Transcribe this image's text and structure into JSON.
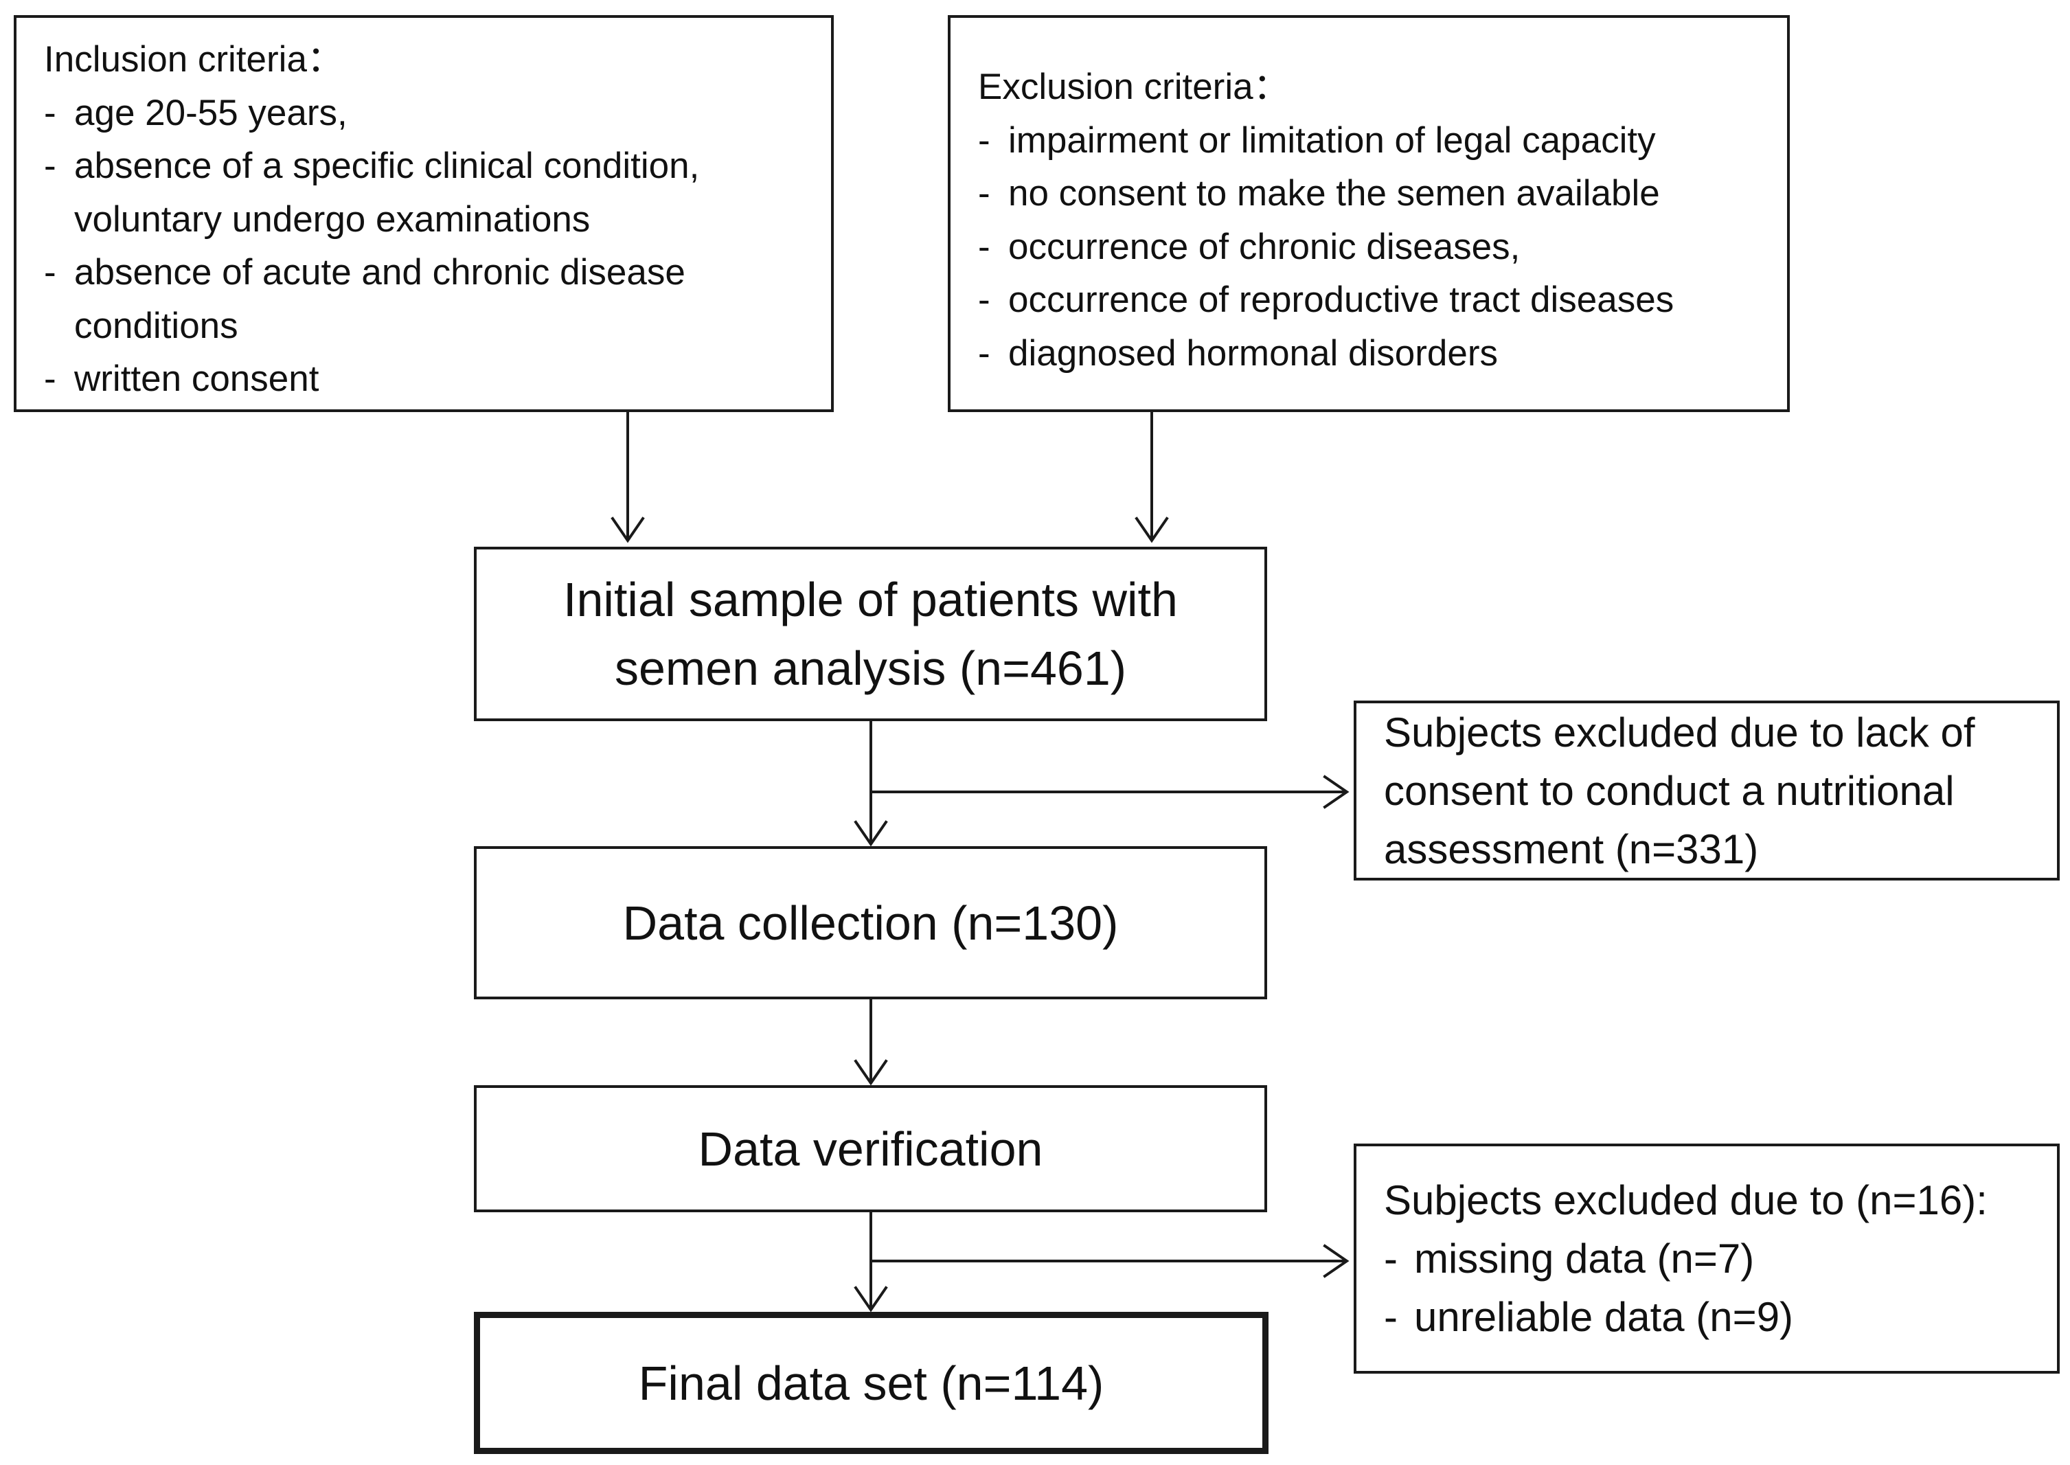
{
  "inclusion": {
    "title": "Inclusion criteria：",
    "items": [
      "age 20-55 years,",
      "absence of a specific clinical condition, voluntary undergo examinations",
      "absence of acute and chronic disease conditions",
      "written consent"
    ]
  },
  "exclusion": {
    "title": "Exclusion criteria：",
    "items": [
      "impairment or limitation of legal capacity",
      "no consent to make the semen available",
      "occurrence of chronic diseases,",
      "occurrence of reproductive tract diseases",
      "diagnosed hormonal disorders"
    ]
  },
  "steps": {
    "initial": "Initial sample of patients with semen analysis (n=461)",
    "collection": "Data collection (n=130)",
    "verification": "Data verification",
    "final": "Final data set (n=114)"
  },
  "excluded1": "Subjects excluded due to lack of consent to conduct a nutritional assessment (n=331)",
  "excluded2": {
    "title": "Subjects excluded due to (n=16):",
    "items": [
      "missing data (n=7)",
      "unreliable data (n=9)"
    ]
  }
}
